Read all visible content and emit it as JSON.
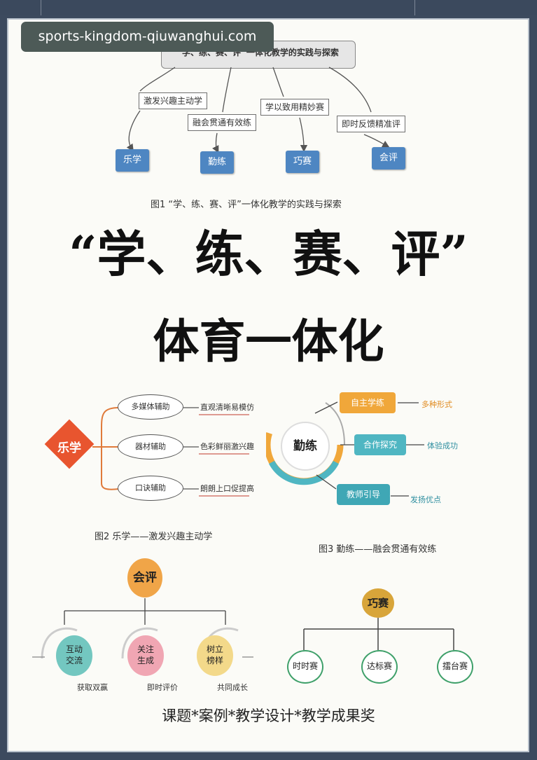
{
  "watermark": "sports-kingdom-qiuwanghui.com",
  "fig1": {
    "title": "“学、练、赛、评”一体化教学的实践与探索",
    "branches": [
      "激发兴趣主动学",
      "融会贯通有效练",
      "学以致用精妙赛",
      "即时反馈精准评"
    ],
    "nodes": [
      "乐学",
      "勤练",
      "巧赛",
      "会评"
    ],
    "caption": "图1 “学、练、赛、评”一体化教学的实践与探索"
  },
  "headline": {
    "line1": "“学、练、赛、评”",
    "line2": "体育一体化"
  },
  "fig2": {
    "center": "乐学",
    "items": [
      {
        "label": "多媒体辅助",
        "desc": "直观清晰易模仿"
      },
      {
        "label": "器材辅助",
        "desc": "色彩鲜丽激兴趣"
      },
      {
        "label": "口诀辅助",
        "desc": "朗朗上口促提高"
      }
    ],
    "caption": "图2 乐学——激发兴趣主动学"
  },
  "fig3": {
    "center": "勤练",
    "items": [
      {
        "label": "自主学练",
        "desc": "多种形式",
        "color": "#f0a73a"
      },
      {
        "label": "合作探究",
        "desc": "体验成功",
        "color": "#4fb6c2"
      },
      {
        "label": "教师引导",
        "desc": "发扬优点",
        "color": "#3fa7b5"
      }
    ],
    "caption": "图3 勤练——融会贯通有效练"
  },
  "fig4": {
    "center": "会评",
    "items": [
      {
        "label1": "互动",
        "label2": "交流",
        "desc": "获取双赢",
        "color": "#73c7c0"
      },
      {
        "label1": "关注",
        "label2": "生成",
        "desc": "即时评价",
        "color": "#f0a6b3"
      },
      {
        "label1": "树立",
        "label2": "榜样",
        "desc": "共同成长",
        "color": "#f3d98a"
      }
    ]
  },
  "fig5": {
    "center": "巧赛",
    "items": [
      "时时赛",
      "达标赛",
      "擂台赛"
    ]
  },
  "footer": "课题*案例*教学设计*教学成果奖"
}
